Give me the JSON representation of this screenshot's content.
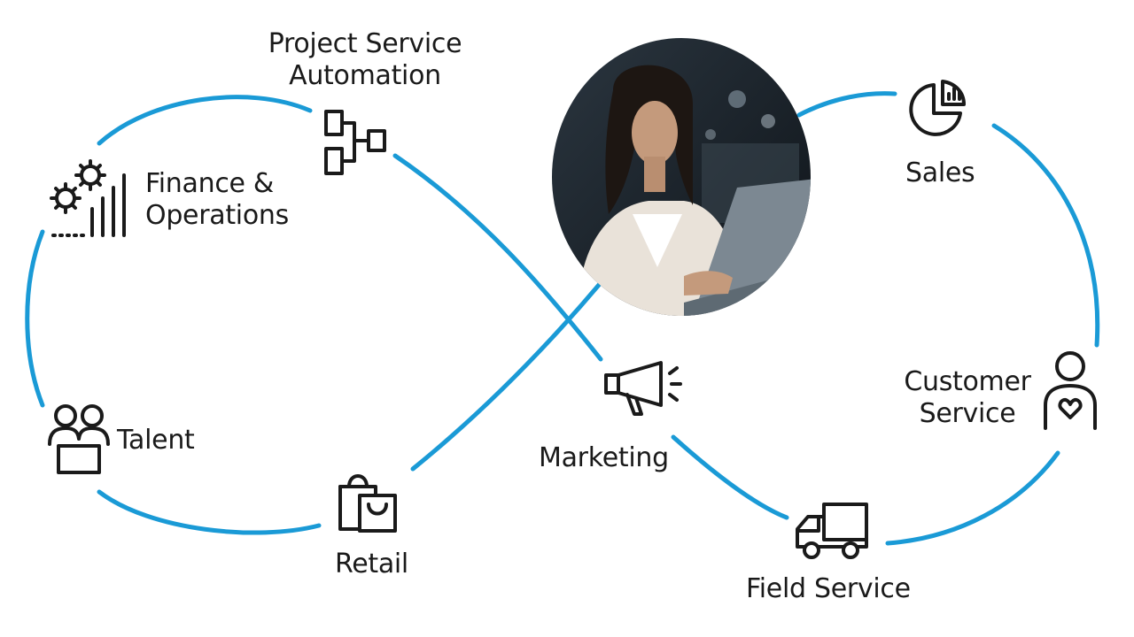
{
  "colors": {
    "loop": "#1a9ad6",
    "ink": "#1a1a1a"
  },
  "nodes": {
    "psa": {
      "line1": "Project Service",
      "line2": "Automation",
      "icon": "flowchart-icon"
    },
    "finance": {
      "line1": "Finance &",
      "line2": "Operations",
      "icon": "gears-chart-icon"
    },
    "talent": {
      "label": "Talent",
      "icon": "people-icon"
    },
    "retail": {
      "label": "Retail",
      "icon": "shopping-bags-icon"
    },
    "marketing": {
      "label": "Marketing",
      "icon": "megaphone-icon"
    },
    "field": {
      "label": "Field Service",
      "icon": "truck-icon"
    },
    "customer": {
      "line1": "Customer",
      "line2": "Service",
      "icon": "person-heart-icon"
    },
    "sales": {
      "label": "Sales",
      "icon": "pie-chart-icon"
    }
  },
  "photo": {
    "subject": "woman-at-laptop"
  }
}
